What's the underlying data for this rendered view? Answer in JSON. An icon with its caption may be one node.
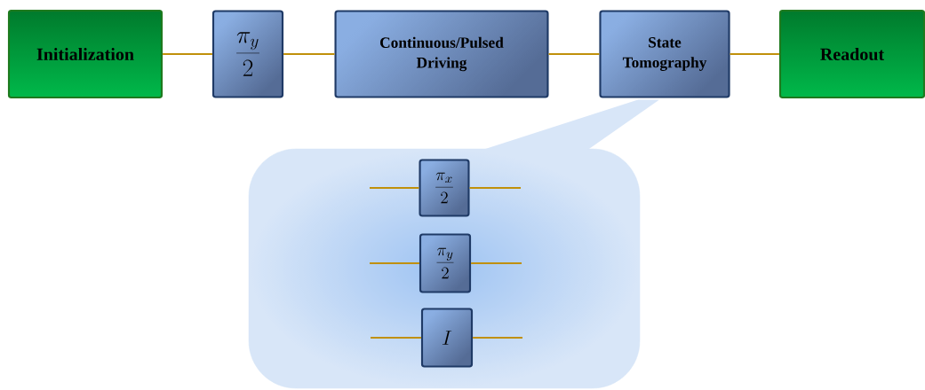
{
  "diagram": {
    "nodes": [
      {
        "text": [
          "Initialization"
        ]
      },
      {
        "text": [
          "\\frac{\\pi_y}{2}"
        ]
      },
      {
        "text": [
          "Continuous/Pulsed Driving"
        ]
      },
      {
        "text": [
          "State Tomography"
        ]
      },
      {
        "text": [
          "Readout"
        ]
      },
      {
        "text": [],
        "shape": "box"
      },
      {
        "text": [
          "\\frac{\\pi_x}{2}"
        ],
        "in": 5
      },
      {
        "text": [
          "\\frac{\\pi_y}{2}"
        ],
        "in": 5
      },
      {
        "text": [
          "I"
        ],
        "in": 5
      }
    ],
    "edges": [
      {
        "from": 0,
        "to": 1,
        "arrow": "none"
      },
      {
        "from": 1,
        "to": 2,
        "arrow": "none"
      },
      {
        "from": 2,
        "to": 3,
        "arrow": "none"
      },
      {
        "from": 3,
        "to": 4,
        "arrow": "none"
      },
      {
        "from": 3,
        "to": 5,
        "arrow": "none"
      },
      {
        "from": null,
        "to": 6,
        "arrow": "none"
      },
      {
        "from": 6,
        "to": null,
        "arrow": "none"
      },
      {
        "from": null,
        "to": 7,
        "arrow": "none"
      },
      {
        "from": 7,
        "to": null,
        "arrow": "none"
      },
      {
        "from": null,
        "to": 8,
        "arrow": "none"
      },
      {
        "from": 8,
        "to": null,
        "arrow": "none"
      }
    ]
  }
}
